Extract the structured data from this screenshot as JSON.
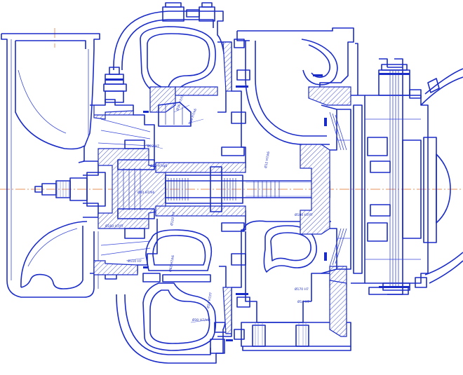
{
  "drawing": {
    "line_color": "#1a2cc8",
    "axis_color": "#e0702a",
    "background": "#ffffff"
  },
  "callouts": [
    {
      "id": "c1",
      "text": "Ø36 H7/f7"
    },
    {
      "id": "c2",
      "text": "Ø28 H7/k6"
    },
    {
      "id": "c3",
      "text": "Ø22 H7"
    },
    {
      "id": "c4",
      "text": "Ø52 H7/g6"
    },
    {
      "id": "c5",
      "text": "Ø40 H7/h6"
    },
    {
      "id": "c6",
      "text": "Ø120 H7"
    },
    {
      "id": "c7",
      "text": "Ø160 H7/f7"
    },
    {
      "id": "c8",
      "text": "Ø62 H7/k6"
    },
    {
      "id": "c9",
      "text": "Ø110 H7"
    },
    {
      "id": "c10",
      "text": "Ø24 H7/f7"
    },
    {
      "id": "c11",
      "text": "Ø30 H7/h6"
    },
    {
      "id": "c12",
      "text": "Ø180 H7/f7"
    },
    {
      "id": "c13",
      "text": "Ø170 H7"
    },
    {
      "id": "c14",
      "text": "Ø14 H7"
    },
    {
      "id": "c15",
      "text": "Ø12 H7/k6"
    }
  ]
}
